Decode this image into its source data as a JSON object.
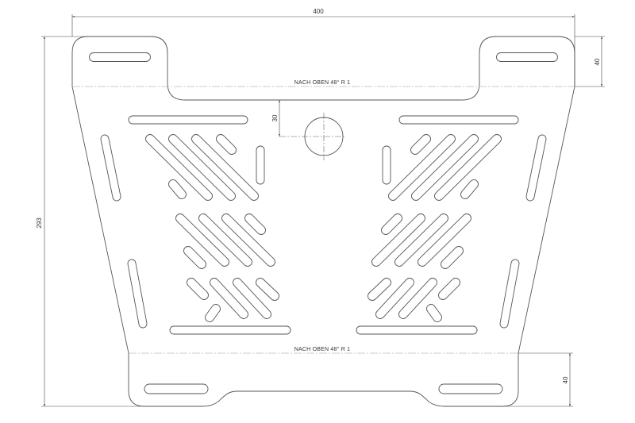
{
  "drawing": {
    "dimensions": {
      "overall_width": "400",
      "overall_height": "293",
      "top_tab_height": "40",
      "bottom_tab_height": "40",
      "hole_offset": "30"
    },
    "bend_notes": {
      "top": "NACH OBEN  48°  R 1",
      "bottom": "NACH OBEN  48°  R 1"
    },
    "colors": {
      "outline": "#555555",
      "dimension": "#444444",
      "bendline": "#bbbbbb"
    }
  }
}
